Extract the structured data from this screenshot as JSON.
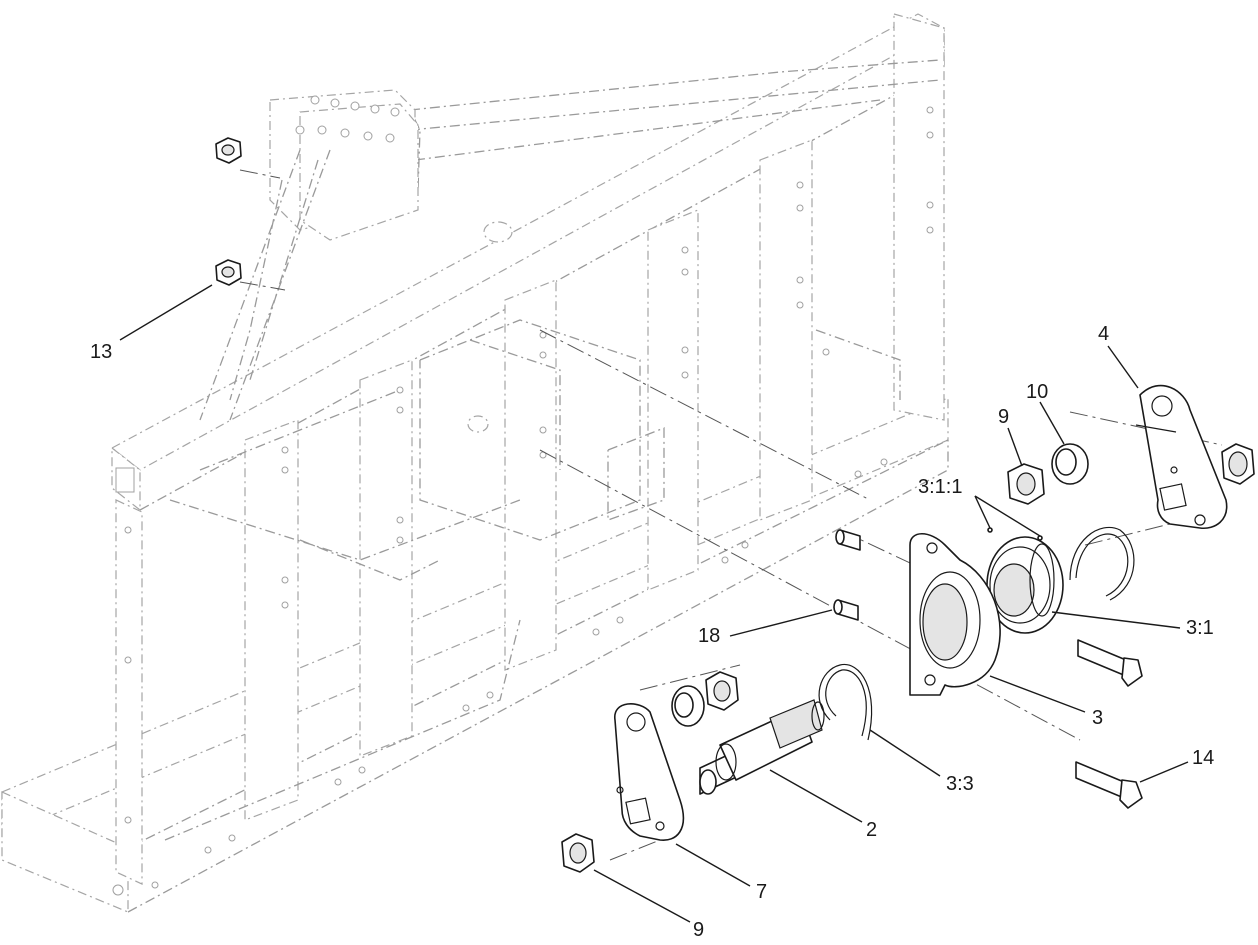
{
  "callouts": {
    "c13": "13",
    "c4": "4",
    "c10": "10",
    "c9_top": "9",
    "c3_1_1": "3:1:1",
    "c3_1": "3:1",
    "c18": "18",
    "c3": "3",
    "c3_3": "3:3",
    "c14": "14",
    "c2": "2",
    "c7": "7",
    "c9_bottom": "9"
  }
}
